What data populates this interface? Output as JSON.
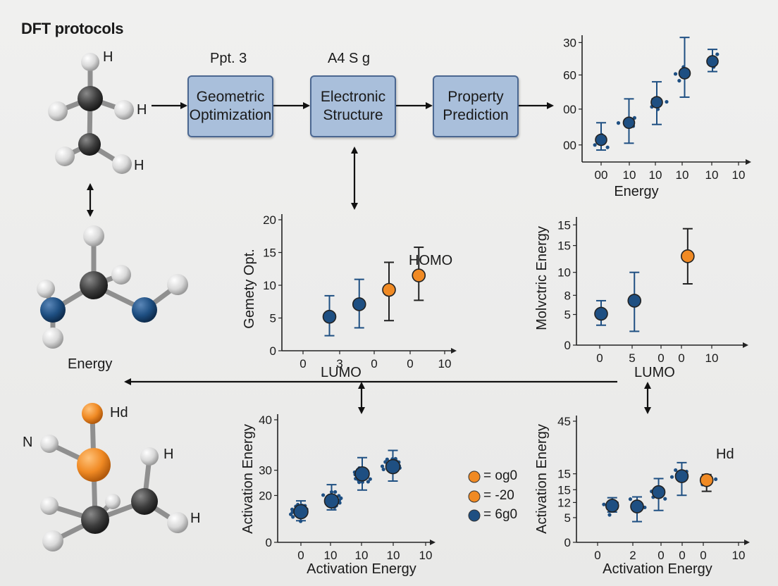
{
  "title": "DFT protocols",
  "flow": {
    "steps": [
      {
        "label": "Geometric\nOptimization",
        "header": "Ppt. 3"
      },
      {
        "label": "Electronic\nStructure",
        "header": "A4 S g"
      },
      {
        "label": "Property\nPrediction",
        "header": ""
      }
    ]
  },
  "molecules": {
    "m1_labels": [
      "H",
      "H",
      "H"
    ],
    "m2_label": "Energy",
    "m3_labels": [
      "Hd",
      "N",
      "H",
      "H"
    ]
  },
  "arrow_labels": {
    "left_arrow": "LUMO",
    "right_arrow": "LUMO"
  },
  "legend": [
    {
      "label": "= og0",
      "color": "#f08a24"
    },
    {
      "label": "= -20",
      "color": "#f08a24"
    },
    {
      "label": "= 6g0",
      "color": "#1e4f82"
    }
  ],
  "colors": {
    "blue": "#1e4f82",
    "orange": "#f08a24",
    "box_fill": "#a9bfdb",
    "box_border": "#4b6791"
  },
  "chart_data": [
    {
      "id": "top-right",
      "type": "scatter",
      "xticks": [
        "00",
        "10",
        "10",
        "10",
        "10",
        "10"
      ],
      "yticks": [
        "00",
        "00",
        "60",
        "30"
      ],
      "xlabel": "Energy",
      "ylabel": "",
      "points": [
        {
          "x": 0,
          "y": 0.1,
          "lo": -0.2,
          "hi": 0.6,
          "color": "blue"
        },
        {
          "x": 1,
          "y": 0.6,
          "lo": 0.0,
          "hi": 1.3,
          "color": "blue"
        },
        {
          "x": 2,
          "y": 1.2,
          "lo": 0.55,
          "hi": 1.8,
          "color": "blue"
        },
        {
          "x": 3,
          "y": 2.05,
          "lo": 1.35,
          "hi": 3.1,
          "color": "blue"
        },
        {
          "x": 4,
          "y": 2.4,
          "lo": 2.1,
          "hi": 2.75,
          "color": "blue"
        }
      ]
    },
    {
      "id": "middle-left",
      "type": "scatter",
      "xticks": [
        "0",
        "3",
        "0",
        "0",
        "10"
      ],
      "yticks": [
        "0",
        "5",
        "10",
        "15",
        "20"
      ],
      "ylabel": "Gemety Opt.",
      "xlabel": "",
      "annotation": "HOMO",
      "points": [
        {
          "x": 0.3,
          "y": 5.2,
          "lo": 2.3,
          "hi": 8.4,
          "color": "blue"
        },
        {
          "x": 0.95,
          "y": 7.1,
          "lo": 3.5,
          "hi": 10.9,
          "color": "blue"
        },
        {
          "x": 1.6,
          "y": 9.3,
          "lo": 4.6,
          "hi": 13.5,
          "color": "orange"
        },
        {
          "x": 2.25,
          "y": 11.5,
          "lo": 7.7,
          "hi": 15.8,
          "color": "orange"
        }
      ]
    },
    {
      "id": "middle-right",
      "type": "scatter",
      "xticks": [
        "0",
        "5",
        "0",
        "0",
        "10"
      ],
      "yticks": [
        "0",
        "5",
        "8",
        "10",
        "15",
        "15"
      ],
      "ylabel": "Molvctric Energy",
      "xlabel": "LUMO",
      "points": [
        {
          "x": 0.0,
          "y": 4.1,
          "lo": 2.6,
          "hi": 5.8,
          "color": "blue"
        },
        {
          "x": 0.75,
          "y": 5.8,
          "lo": 1.8,
          "hi": 9.5,
          "color": "blue"
        },
        {
          "x": 1.95,
          "y": 11.6,
          "lo": 8.0,
          "hi": 15.2,
          "color": "orange"
        }
      ]
    },
    {
      "id": "bottom-left",
      "type": "scatter",
      "xticks": [
        "0",
        "10",
        "10",
        "10",
        "10"
      ],
      "yticks": [
        "0",
        "20",
        "30",
        "40"
      ],
      "ylabel": "Activation Energy",
      "xlabel": "Activation Energy",
      "points": [
        {
          "x": 0,
          "y": 0.35,
          "lo": 0.1,
          "hi": 0.65,
          "color": "blue"
        },
        {
          "x": 1,
          "y": 0.65,
          "lo": 0.4,
          "hi": 1.1,
          "color": "blue"
        },
        {
          "x": 2,
          "y": 1.4,
          "lo": 0.95,
          "hi": 1.85,
          "color": "blue"
        },
        {
          "x": 3,
          "y": 1.6,
          "lo": 1.2,
          "hi": 2.05,
          "color": "blue"
        }
      ]
    },
    {
      "id": "bottom-right",
      "type": "scatter",
      "xticks": [
        "0",
        "2",
        "0",
        "0",
        "0",
        "10"
      ],
      "yticks": [
        "0",
        "5",
        "12",
        "15",
        "15",
        "45"
      ],
      "ylabel": "Activation Energy",
      "xlabel": "Activation Energy",
      "annotation": "Hd",
      "points": [
        {
          "x": 0.25,
          "y": 2.3,
          "lo": 1.9,
          "hi": 2.8,
          "color": "blue"
        },
        {
          "x": 1.0,
          "y": 2.25,
          "lo": 1.3,
          "hi": 2.85,
          "color": "blue"
        },
        {
          "x": 1.65,
          "y": 3.15,
          "lo": 2.0,
          "hi": 4.0,
          "color": "blue"
        },
        {
          "x": 2.35,
          "y": 4.15,
          "lo": 2.95,
          "hi": 5.0,
          "color": "blue"
        },
        {
          "x": 3.1,
          "y": 3.9,
          "lo": 3.2,
          "hi": 4.25,
          "color": "orange"
        }
      ]
    }
  ]
}
